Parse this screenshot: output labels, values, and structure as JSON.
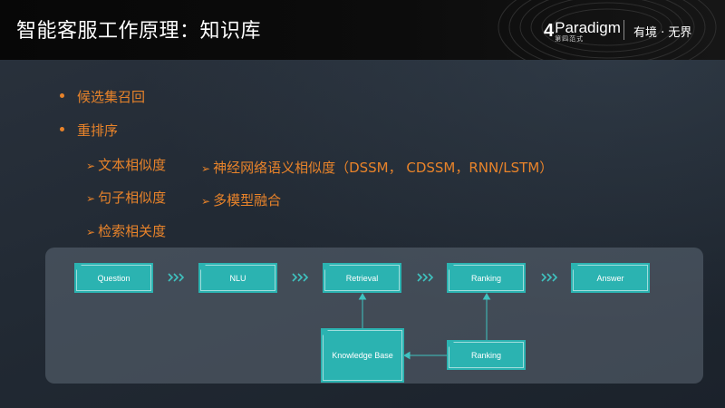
{
  "header": {
    "title": "智能客服工作原理：知识库",
    "logo": {
      "mark": "4",
      "word": "Paradigm",
      "sub": "第四范式"
    },
    "tagline": "有境 · 无界"
  },
  "bullets": [
    {
      "text": "候选集召回"
    },
    {
      "text": "重排序"
    }
  ],
  "sub_items_left": [
    {
      "arrow": "➢",
      "text": "文本相似度"
    },
    {
      "arrow": "➢",
      "text": "句子相似度"
    },
    {
      "arrow": "➢",
      "text": "检索相关度"
    }
  ],
  "sub_items_right": [
    {
      "arrow": "➢",
      "text": "神经网络语义相似度（DSSM， CDSSM，RNN/LSTM）"
    },
    {
      "arrow": "➢",
      "text": "多模型融合"
    }
  ],
  "diagram": {
    "nodes": {
      "question": "Question",
      "nlu": "NLU",
      "retrieval": "Retrieval",
      "ranking_top": "Ranking",
      "answer": "Answer",
      "knowledge_base": "Knowledge Base",
      "ranking_bottom": "Ranking"
    },
    "colors": {
      "node": "#2bb3b1",
      "arrow": "#3fc3c0",
      "accent": "#e8832a"
    }
  }
}
